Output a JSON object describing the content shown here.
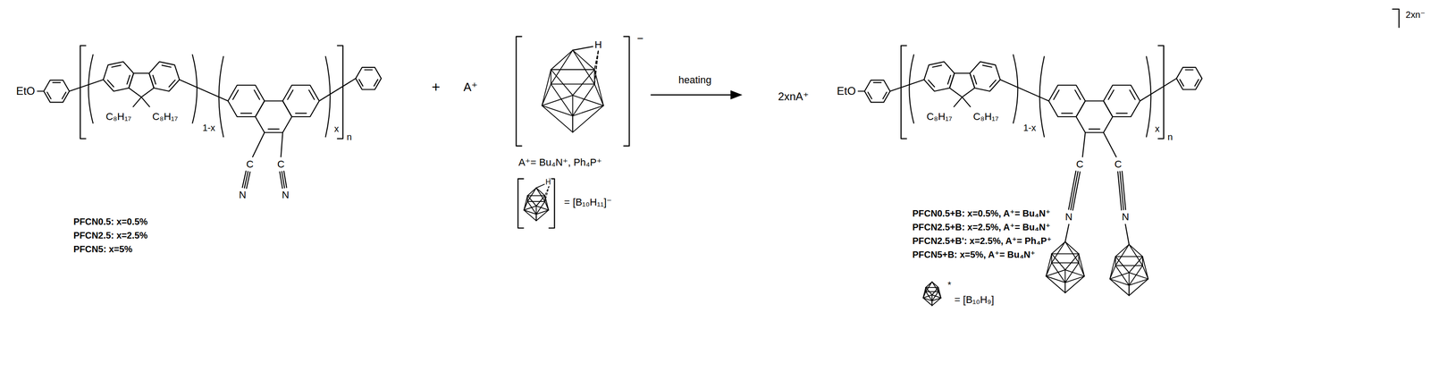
{
  "diagram": {
    "labels": [
      "EtO",
      "C₈H₁₇",
      "C₈H₁₇",
      "1-x",
      "x",
      "n",
      "C",
      "C",
      "N",
      "N",
      "PFCN0.5: x=0.5%",
      "PFCN2.5: x=2.5%",
      "PFCN5: x=5%",
      "+",
      "A⁺",
      "H",
      "−",
      "A⁺= Bu₄N⁺, Ph₄P⁺",
      "H",
      "= [B₁₀H₁₁]⁻",
      "heating",
      "2xnA⁺",
      "EtO",
      "C₈H₁₇",
      "C₈H₁₇",
      "1-x",
      "x",
      "n",
      "2xn⁻",
      "C",
      "C",
      "N",
      "N",
      "PFCN0.5+B: x=0.5%, A⁺= Bu₄N⁺",
      "PFCN2.5+B: x=2.5%, A⁺= Bu₄N⁺",
      "PFCN2.5+B': x=2.5%, A⁺= Ph₄P⁺",
      "PFCN5+B: x=5%, A⁺= Bu₄N⁺",
      "*",
      "= [B₁₀H₉]"
    ]
  }
}
